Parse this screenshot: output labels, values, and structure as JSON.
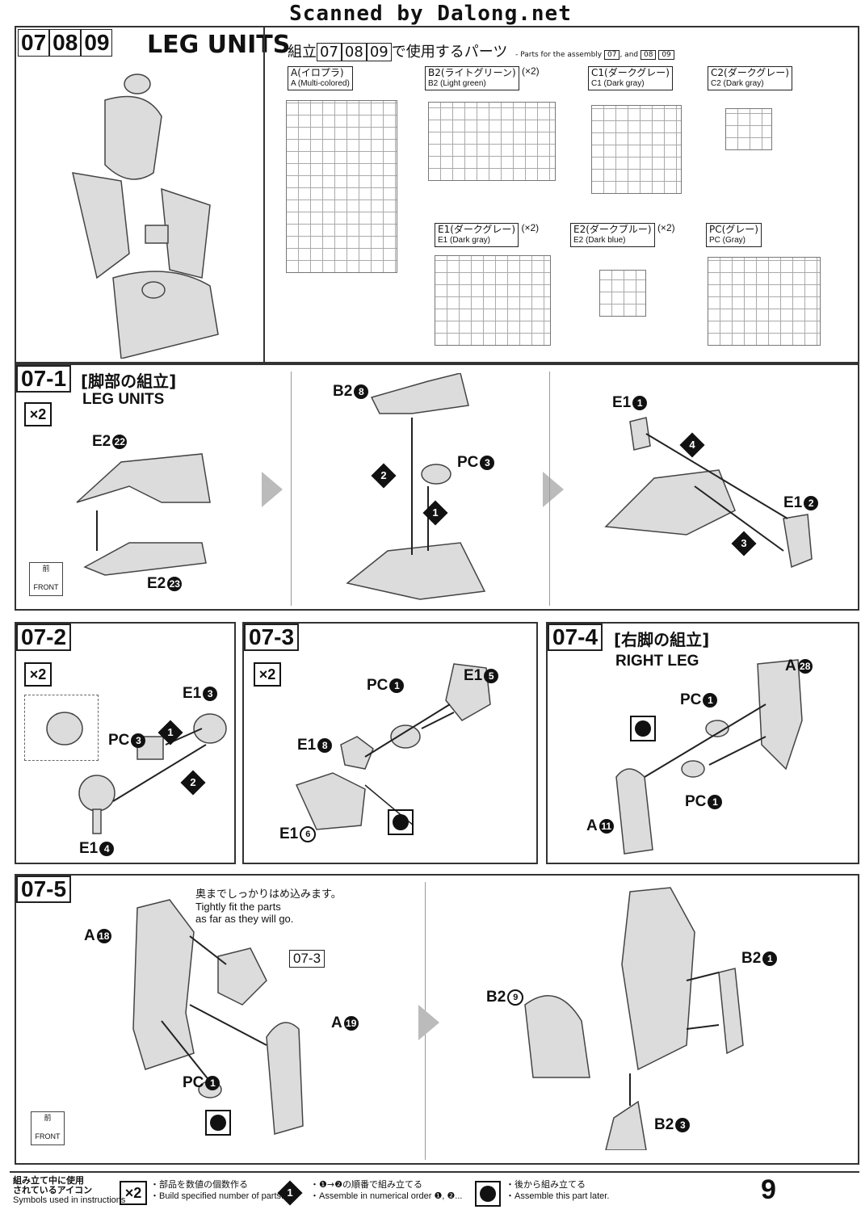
{
  "scan_header": "Scanned by Dalong.net",
  "header": {
    "steps": [
      "07",
      "08",
      "09"
    ],
    "title": "LEG UNITS",
    "parts_intro_jp": "・組立",
    "parts_intro_jp2": "で使用するパーツ",
    "parts_intro_en": "Parts for the assembly",
    "parts_intro_and": ", and",
    "runners": [
      {
        "jp": "A(イロプラ)",
        "en": "A (Multi-colored)",
        "count": ""
      },
      {
        "jp": "B2(ライトグリーン)",
        "en": "B2 (Light green)",
        "count": "(×2)"
      },
      {
        "jp": "C1(ダークグレー)",
        "en": "C1 (Dark gray)",
        "count": ""
      },
      {
        "jp": "C2(ダークグレー)",
        "en": "C2 (Dark gray)",
        "count": ""
      },
      {
        "jp": "E1(ダークグレー)",
        "en": "E1 (Dark gray)",
        "count": "(×2)"
      },
      {
        "jp": "E2(ダークブルー)",
        "en": "E2 (Dark blue)",
        "count": "(×2)"
      },
      {
        "jp": "PC(グレー)",
        "en": "PC (Gray)",
        "count": ""
      }
    ]
  },
  "s071": {
    "num": "07-1",
    "title_jp": "[脚部の組立]",
    "title_en": "LEG UNITS",
    "mult": "×2",
    "labels": {
      "e222": "E2",
      "e223": "E2",
      "b28": "B2",
      "pc3": "PC",
      "e11": "E1",
      "e12": "E1"
    },
    "nums": {
      "e222": "22",
      "e223": "23",
      "b28": "8",
      "pc3": "3",
      "e11": "1",
      "e12": "2",
      "d1": "1",
      "d2": "2",
      "d3": "3",
      "d4": "4"
    },
    "front_jp": "前",
    "front_en": "FRONT"
  },
  "s072": {
    "num": "07-2",
    "mult": "×2",
    "labels": {
      "e13": "E1",
      "pc3": "PC",
      "e14": "E1"
    },
    "nums": {
      "e13": "3",
      "pc3": "3",
      "e14": "4",
      "d1": "1",
      "d2": "2"
    }
  },
  "s073": {
    "num": "07-3",
    "mult": "×2",
    "labels": {
      "e15": "E1",
      "pc1": "PC",
      "e18": "E1",
      "e16": "E1"
    },
    "nums": {
      "e15": "5",
      "pc1": "1",
      "e18": "8",
      "e16": "6"
    }
  },
  "s074": {
    "num": "07-4",
    "title_jp": "[右脚の組立]",
    "title_en": "RIGHT LEG",
    "labels": {
      "a28": "A",
      "pc1a": "PC",
      "pc1b": "PC",
      "a11": "A"
    },
    "nums": {
      "a28": "28",
      "pc1a": "1",
      "pc1b": "1",
      "a11": "11"
    }
  },
  "s075": {
    "num": "07-5",
    "note_jp": "奥までしっかりはめ込みます。",
    "note_en1": "Tightly fit the parts",
    "note_en2": "as far as they will go.",
    "ref": "07-3",
    "labels": {
      "a18": "A",
      "a19": "A",
      "pc1": "PC",
      "b21": "B2",
      "b29": "B2",
      "b23": "B2"
    },
    "nums": {
      "a18": "18",
      "a19": "19",
      "pc1": "1",
      "b21": "1",
      "b29": "9",
      "b23": "3"
    },
    "front_jp": "前",
    "front_en": "FRONT"
  },
  "footer": {
    "title_jp1": "組み立て中に使用",
    "title_jp2": "されているアイコン",
    "title_en": "Symbols used in instructions",
    "mult": "×2",
    "mult_jp": "・部品を数値の個数作る",
    "mult_en": "・Build specified number of parts.",
    "order_num": "1",
    "order_jp": "・❶→❷の順番で組み立てる",
    "order_en": "・Assemble in numerical order ❶, ❷...",
    "later_jp": "・後から組み立てる",
    "later_en": "・Assemble this part later.",
    "page": "9"
  }
}
